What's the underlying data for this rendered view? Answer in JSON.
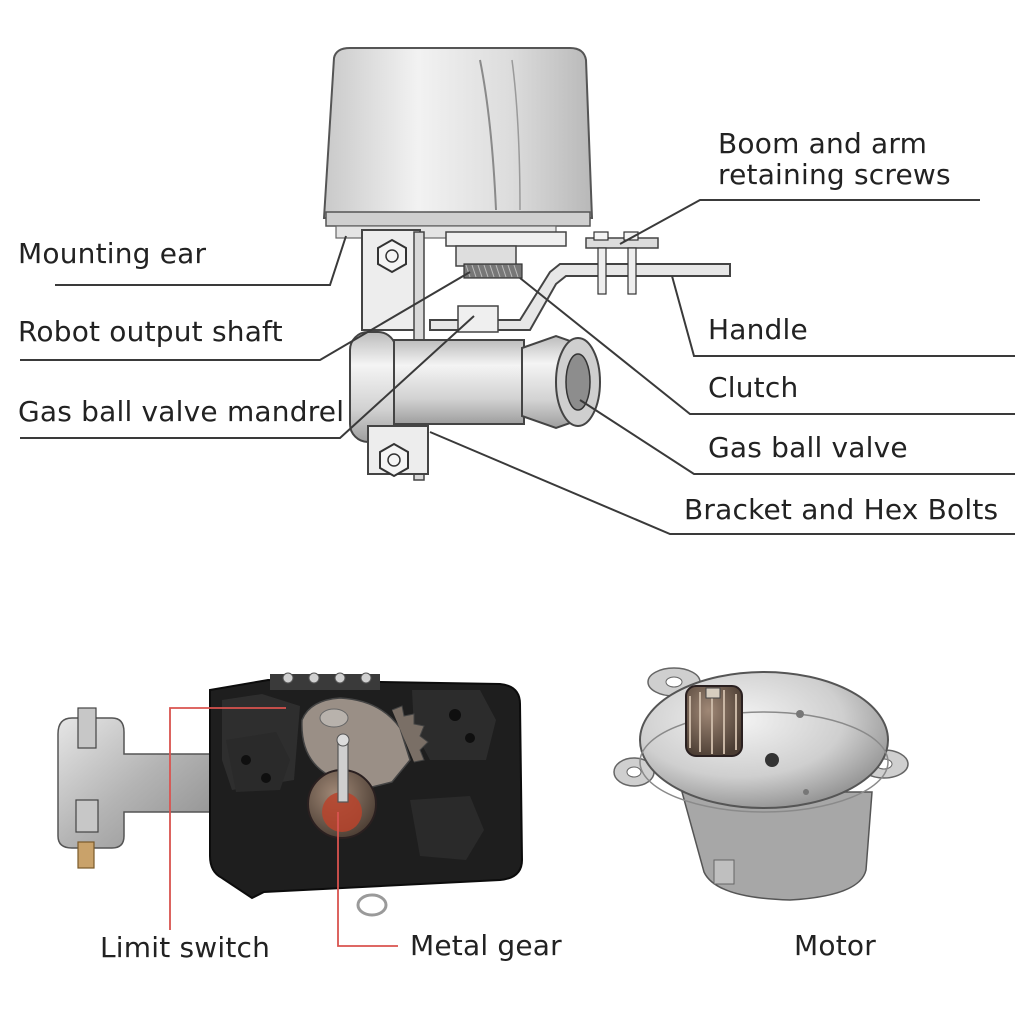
{
  "diagram": {
    "labels": {
      "mounting_ear": "Mounting ear",
      "robot_output_shaft": "Robot output shaft",
      "gas_ball_valve_mandrel": "Gas ball valve mandrel",
      "boom_and_arm_retaining_screws": "Boom and arm retaining screws",
      "handle": "Handle",
      "clutch": "Clutch",
      "gas_ball_valve": "Gas ball valve",
      "bracket_and_hex_bolts": "Bracket and Hex Bolts",
      "limit_switch": "Limit switch",
      "metal_gear": "Metal gear",
      "motor": "Motor"
    },
    "colors": {
      "leader_line": "#3a3a3a",
      "callout_red": "#d9534f",
      "text": "#222222"
    }
  }
}
